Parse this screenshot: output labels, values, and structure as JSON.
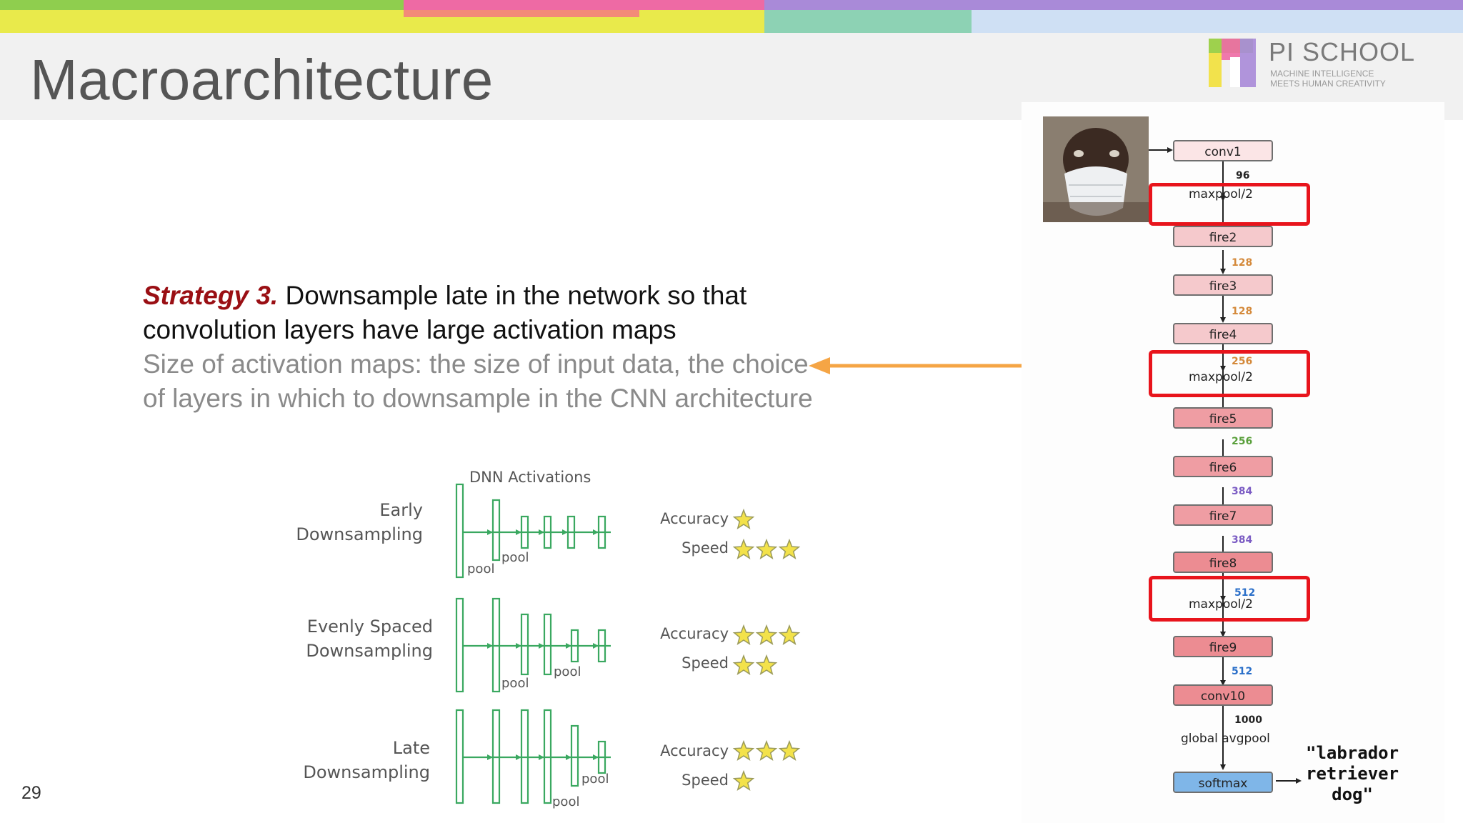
{
  "slide": {
    "title": "Macroarchitecture",
    "page_number": "29"
  },
  "logo": {
    "name": "PI SCHOOL",
    "tagline_1": "MACHINE INTELLIGENCE",
    "tagline_2": "MEETS HUMAN CREATIVITY"
  },
  "text": {
    "strategy_label": "Strategy 3.",
    "strategy_text": " Downsample late in the network so that convolution layers have large activation maps",
    "detail": "Size of activation maps: the size of input data, the choice of layers in which to downsample in the CNN architecture"
  },
  "dnn": {
    "title": "DNN Activations",
    "rows": [
      {
        "label_1": "Early",
        "label_2": "Downsampling",
        "accuracy_label": "Accuracy",
        "speed_label": "Speed",
        "accuracy_stars": 1,
        "speed_stars": 3,
        "pool_1": "pool",
        "pool_2": "pool"
      },
      {
        "label_1": "Evenly Spaced",
        "label_2": "Downsampling",
        "accuracy_label": "Accuracy",
        "speed_label": "Speed",
        "accuracy_stars": 3,
        "speed_stars": 2,
        "pool_1": "pool",
        "pool_2": "pool"
      },
      {
        "label_1": "Late",
        "label_2": "Downsampling",
        "accuracy_label": "Accuracy",
        "speed_label": "Speed",
        "accuracy_stars": 3,
        "speed_stars": 1,
        "pool_1": "pool",
        "pool_2": "pool"
      }
    ]
  },
  "network": {
    "nodes": [
      "conv1",
      "fire2",
      "fire3",
      "fire4",
      "fire5",
      "fire6",
      "fire7",
      "fire8",
      "fire9",
      "conv10",
      "softmax"
    ],
    "maxpool_label": "maxpool/2",
    "avgpool_label": "global avgpool",
    "channels": [
      "96",
      "128",
      "128",
      "256",
      "256",
      "384",
      "384",
      "512",
      "512",
      "1000"
    ],
    "result_1": "\"labrador",
    "result_2": "retriever",
    "result_3": "dog\""
  },
  "colors": {
    "accent_red": "#e8141c",
    "arrow_orange": "#f5a545",
    "strategy_red": "#9a0f14",
    "softmax_blue": "#7fb6e8",
    "star_yellow": "#f3e24a"
  }
}
